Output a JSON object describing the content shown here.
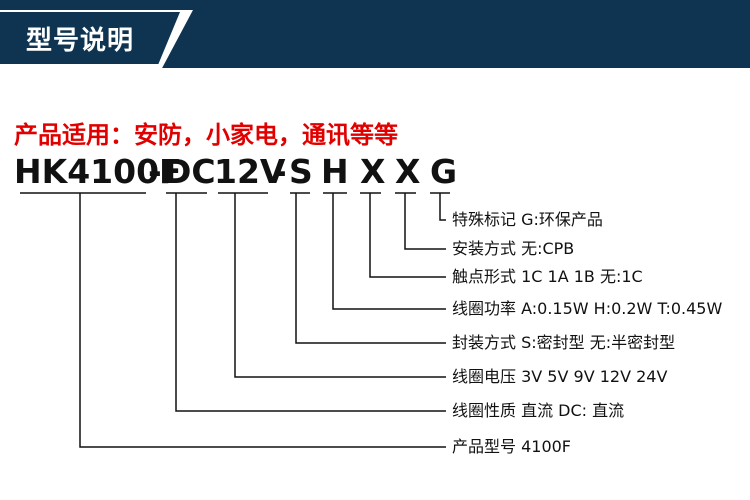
{
  "header": {
    "title": "型号说明"
  },
  "application": "产品适用：安防，小家电，通讯等等",
  "model_code": {
    "base": "HK4100F",
    "sep1": "-",
    "voltage_type": "DC",
    "voltage": "12V",
    "sep2": "-",
    "seal": "S",
    "power": "H",
    "contact": "X",
    "mounting": "X",
    "special": "G"
  },
  "legend": [
    "特殊标记 G:环保产品",
    "安装方式 无:CPB",
    "触点形式 1C 1A 1B  无:1C",
    "线圈功率 A:0.15W H:0.2W T:0.45W",
    "封装方式 S:密封型 无:半密封型",
    "线圈电压 3V 5V 9V 12V 24V",
    "线圈性质 直流 DC: 直流",
    "产品型号 4100F"
  ],
  "colors": {
    "banner": "#0f3451",
    "accent": "#e10000",
    "text": "#111111"
  }
}
